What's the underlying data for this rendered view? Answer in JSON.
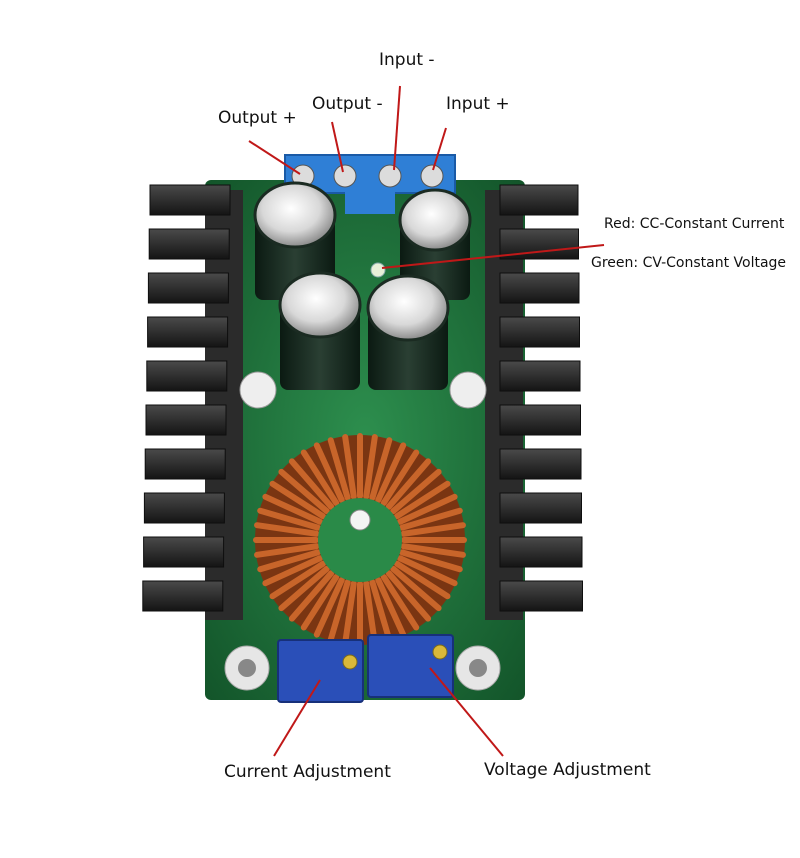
{
  "labels": {
    "input_minus": "Input -",
    "output_minus": "Output -",
    "input_plus": "Input +",
    "output_plus": "Output +",
    "led_red": "Red: CC-Constant Current",
    "led_green": "Green: CV-Constant Voltage",
    "current_adjust": "Current Adjustment",
    "voltage_adjust": "Voltage Adjustment"
  },
  "colors": {
    "pcb": "#1f7a3f",
    "heatsink": "#2a2a2a",
    "terminal": "#2f7fd6",
    "copper": "#c8652a",
    "pot": "#2a4fb8",
    "leader": "#c01818"
  },
  "icons": [
    "heatsink",
    "terminal-block",
    "capacitor",
    "toroid-inductor",
    "trimmer-potentiometer",
    "mounting-hole"
  ]
}
